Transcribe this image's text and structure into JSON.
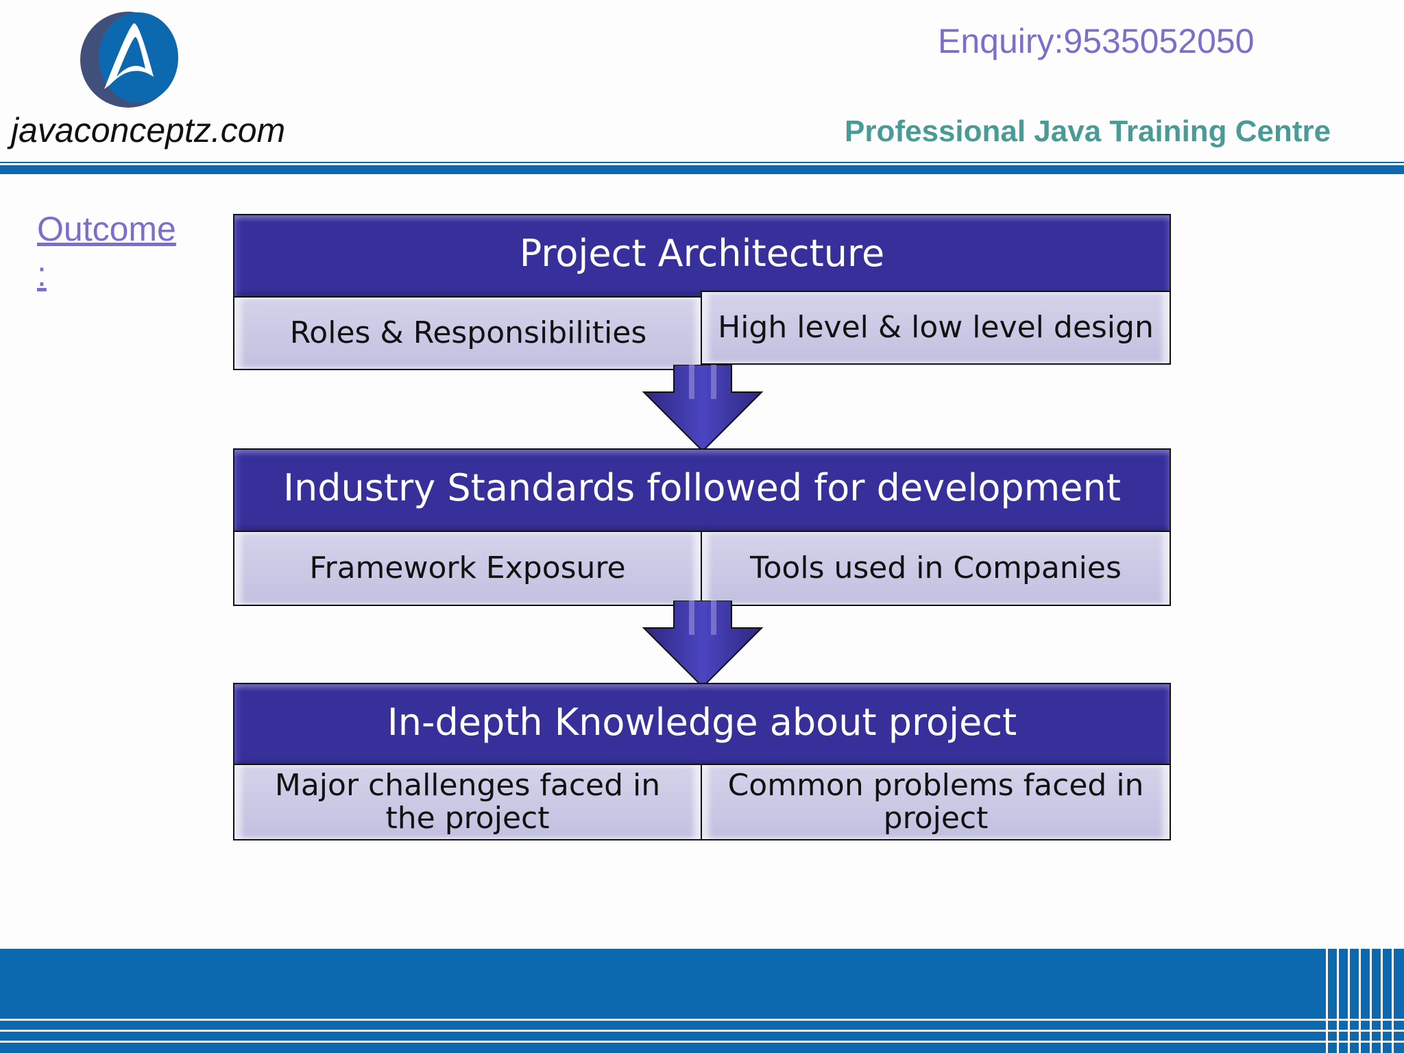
{
  "header": {
    "site_name": "javaconceptz.com",
    "enquiry": "Enquiry:9535052050",
    "tagline": "Professional Java Training Centre"
  },
  "outcome": {
    "label": "Outcome",
    "colon": ":"
  },
  "stages": [
    {
      "title": "Project Architecture",
      "left": "Roles & Responsibilities",
      "right": "High level & low level design"
    },
    {
      "title": "Industry Standards followed for development",
      "left": "Framework Exposure",
      "right": "Tools used in Companies"
    },
    {
      "title": "In-depth Knowledge about project",
      "left": "Major challenges faced in the project",
      "right": "Common problems faced in project"
    }
  ],
  "colors": {
    "brand_blue": "#0c69b0",
    "stage_header": "#37309a",
    "stage_sub": "#c8c6e4",
    "enquiry_text": "#7d6ec9",
    "tagline_text": "#4a9b96"
  }
}
